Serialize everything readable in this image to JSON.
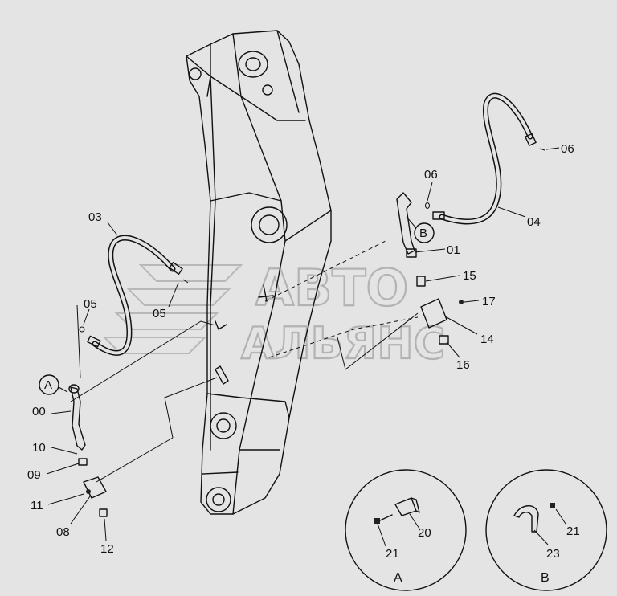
{
  "parts": [
    {
      "id": "p00",
      "label": "00"
    },
    {
      "id": "p01",
      "label": "01"
    },
    {
      "id": "p03",
      "label": "03"
    },
    {
      "id": "p04",
      "label": "04"
    },
    {
      "id": "p05a",
      "label": "05"
    },
    {
      "id": "p05b",
      "label": "05"
    },
    {
      "id": "p06a",
      "label": "06"
    },
    {
      "id": "p06b",
      "label": "06"
    },
    {
      "id": "p08",
      "label": "08"
    },
    {
      "id": "p09",
      "label": "09"
    },
    {
      "id": "p10",
      "label": "10"
    },
    {
      "id": "p11",
      "label": "11"
    },
    {
      "id": "p12",
      "label": "12"
    },
    {
      "id": "p14",
      "label": "14"
    },
    {
      "id": "p15",
      "label": "15"
    },
    {
      "id": "p16",
      "label": "16"
    },
    {
      "id": "p17",
      "label": "17"
    },
    {
      "id": "p20",
      "label": "20"
    },
    {
      "id": "p21a",
      "label": "21"
    },
    {
      "id": "p21b",
      "label": "21"
    },
    {
      "id": "p23",
      "label": "23"
    }
  ],
  "callouts": {
    "a": "A",
    "b": "B"
  },
  "detail_views": {
    "a": "A",
    "b": "B"
  },
  "watermark": {
    "line1": "АВТО",
    "line2": "АЛЬЯНС"
  }
}
